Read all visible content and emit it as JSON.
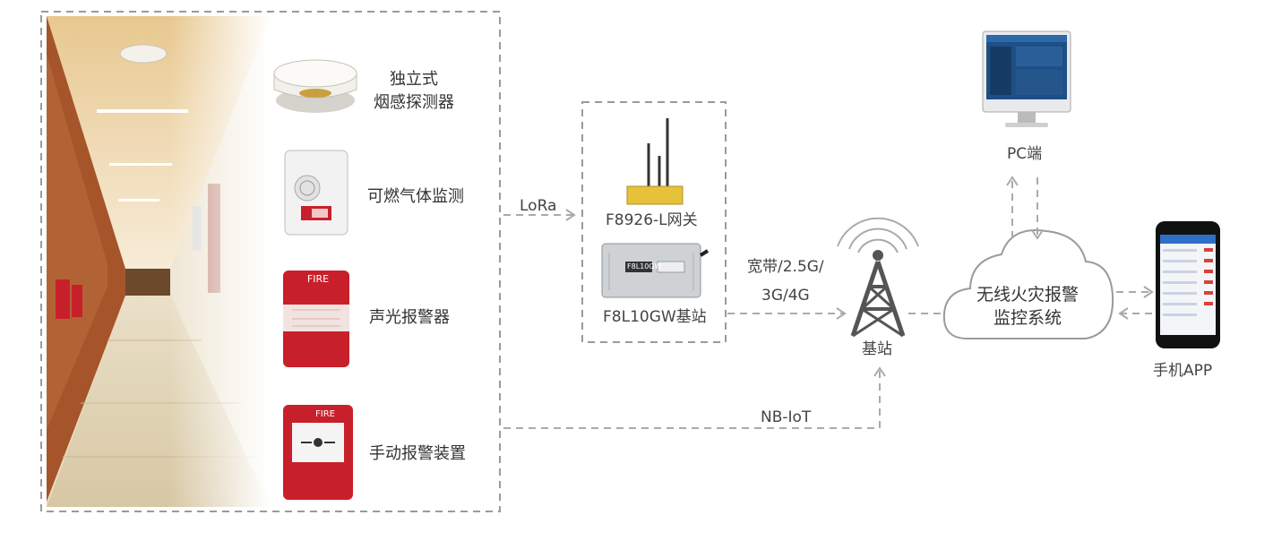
{
  "devices": [
    {
      "label_line1": "独立式",
      "label_line2": "烟感探测器"
    },
    {
      "label": "可燃气体监测"
    },
    {
      "label": "声光报警器",
      "badge": "FIRE"
    },
    {
      "label": "手动报警装置",
      "badge": "FIRE"
    }
  ],
  "links": {
    "lora": "LoRa",
    "broadband_line1": "宽带/2.5G/",
    "broadband_line2": "3G/4G",
    "nbiot": "NB-IoT"
  },
  "gateway": {
    "label": "F8926-L网关"
  },
  "base_unit": {
    "label": "F8L10GW基站",
    "panel_text": "F8L10GW"
  },
  "tower": {
    "label": "基站"
  },
  "cloud": {
    "line1": "无线火灾报警",
    "line2": "监控系统"
  },
  "pc": {
    "label": "PC端"
  },
  "phone": {
    "label": "手机APP"
  },
  "colors": {
    "dash": "#9a9a9a",
    "alarm_red": "#c8202a",
    "tower": "#555555",
    "screen_blue": "#1e4f86"
  }
}
